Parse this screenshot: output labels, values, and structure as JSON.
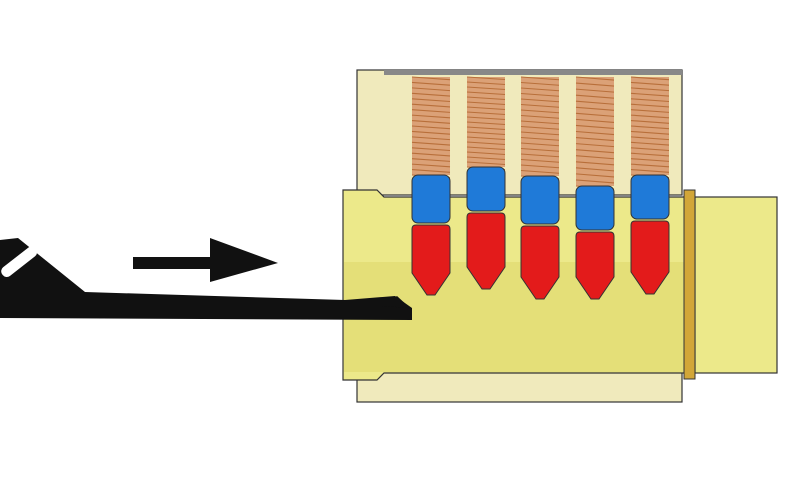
{
  "diagram": {
    "subject": "pin-tumbler-lock-cross-section",
    "colors": {
      "housing": "#f0eabc",
      "plug": "#ece98a",
      "plug_shade": "#e4df78",
      "outline": "#333333",
      "spring": "#dba177",
      "spring_line": "#b86f3a",
      "driver_pin": "#1f7ad8",
      "key_pin": "#e31b1b",
      "cam_ring": "#d2a638",
      "key": "#111111",
      "arrow": "#111111"
    },
    "pin_stacks": [
      {
        "driver_size": 0.6,
        "key_pin_size": 0.8
      },
      {
        "driver_size": 0.55,
        "key_pin_size": 0.9
      },
      {
        "driver_size": 0.6,
        "key_pin_size": 0.85
      },
      {
        "driver_size": 0.55,
        "key_pin_size": 0.75
      },
      {
        "driver_size": 0.55,
        "key_pin_size": 0.85
      }
    ],
    "spring_coil_count": 18,
    "arrow_direction": "right"
  }
}
